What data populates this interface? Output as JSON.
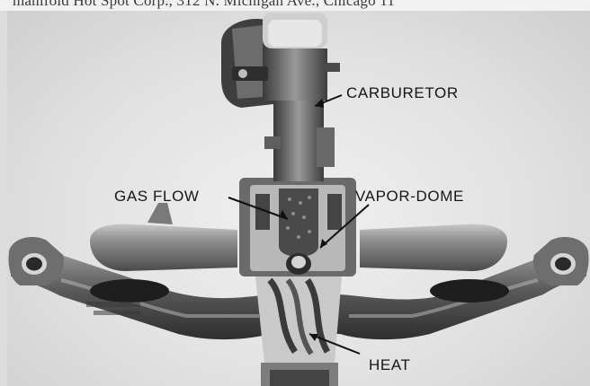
{
  "caption_fragment": "manifold Hot Spot Corp., 312 N. Michigan Ave., Chicago 11",
  "labels": {
    "carburetor": "CARBURETOR",
    "gas_flow": "GAS FLOW",
    "vapor_dome": "VAPOR-DOME",
    "heat": "HEAT"
  },
  "photo": {
    "tone": "grayscale",
    "background": "#e0e0e0",
    "metal_dark": "#3c3c3c",
    "metal_mid": "#8a8a8a",
    "metal_light": "#bdbdbd"
  }
}
